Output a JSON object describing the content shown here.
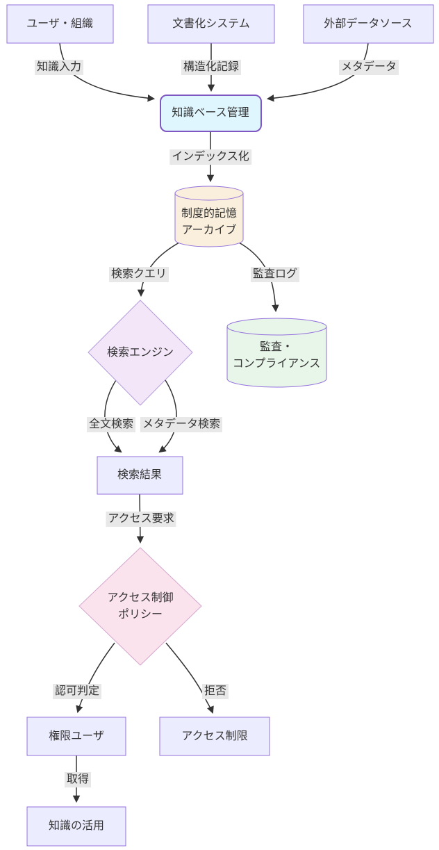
{
  "diagram_type": "flowchart",
  "nodes": {
    "user_org": {
      "label": "ユーザ・組織",
      "shape": "rectangle"
    },
    "doc_system": {
      "label": "文書化システム",
      "shape": "rectangle"
    },
    "external_source": {
      "label": "外部データソース",
      "shape": "rectangle"
    },
    "kb_management": {
      "label": "知識ベース管理",
      "shape": "rounded-rectangle"
    },
    "memory_archive": {
      "line1": "制度的記憶",
      "line2": "アーカイブ",
      "shape": "cylinder"
    },
    "search_engine": {
      "label": "検索エンジン",
      "shape": "diamond"
    },
    "audit_compliance": {
      "line1": "監査・",
      "line2": "コンプライアンス",
      "shape": "cylinder"
    },
    "search_results": {
      "label": "検索結果",
      "shape": "rectangle"
    },
    "access_policy": {
      "line1": "アクセス制御",
      "line2": "ポリシー",
      "shape": "diamond"
    },
    "authorized_user": {
      "label": "権限ユーザ",
      "shape": "rectangle"
    },
    "access_restricted": {
      "label": "アクセス制限",
      "shape": "rectangle"
    },
    "knowledge_use": {
      "label": "知識の活用",
      "shape": "rectangle"
    }
  },
  "edges": {
    "knowledge_input": {
      "label": "知識入力",
      "from": "user_org",
      "to": "kb_management"
    },
    "structured_record": {
      "label": "構造化記録",
      "from": "doc_system",
      "to": "kb_management"
    },
    "metadata": {
      "label": "メタデータ",
      "from": "external_source",
      "to": "kb_management"
    },
    "indexing": {
      "label": "インデックス化",
      "from": "kb_management",
      "to": "memory_archive"
    },
    "search_query": {
      "label": "検索クエリ",
      "from": "memory_archive",
      "to": "search_engine"
    },
    "audit_log": {
      "label": "監査ログ",
      "from": "memory_archive",
      "to": "audit_compliance"
    },
    "fulltext_search": {
      "label": "全文検索",
      "from": "search_engine",
      "to": "search_results"
    },
    "metadata_search": {
      "label": "メタデータ検索",
      "from": "search_engine",
      "to": "search_results"
    },
    "access_request": {
      "label": "アクセス要求",
      "from": "search_results",
      "to": "access_policy"
    },
    "authorization": {
      "label": "認可判定",
      "from": "access_policy",
      "to": "authorized_user"
    },
    "deny": {
      "label": "拒否",
      "from": "access_policy",
      "to": "access_restricted"
    },
    "retrieve": {
      "label": "取得",
      "from": "authorized_user",
      "to": "knowledge_use"
    }
  },
  "colors": {
    "node_fill": "#ECECFF",
    "node_border": "#9370DB",
    "highlight_fill": "#DFF6FF",
    "highlight_border": "#7E57C2",
    "archive_fill": "#FAEFDC",
    "audit_fill": "#E8F5E9",
    "search_diamond_fill": "#F3E6F9",
    "policy_diamond_fill": "#FBE3EE",
    "edge_color": "#333333",
    "edge_label_bg": "#E8E8E8",
    "text_color": "#333333"
  }
}
